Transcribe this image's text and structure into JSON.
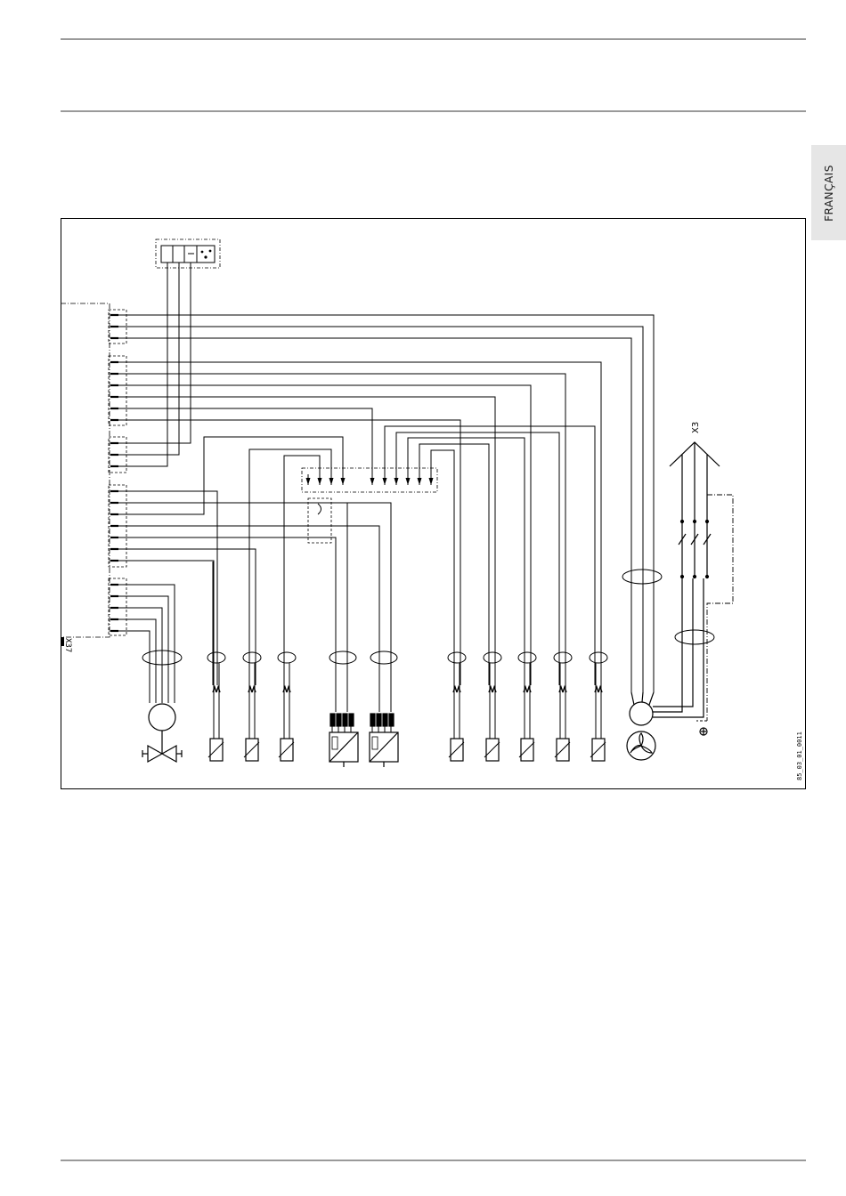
{
  "side_tab": {
    "label": "FRANÇAIS"
  },
  "diagram": {
    "terminal_block_label": "X3",
    "connector_label": "X37",
    "figure_code": "85_03_01_0011"
  }
}
